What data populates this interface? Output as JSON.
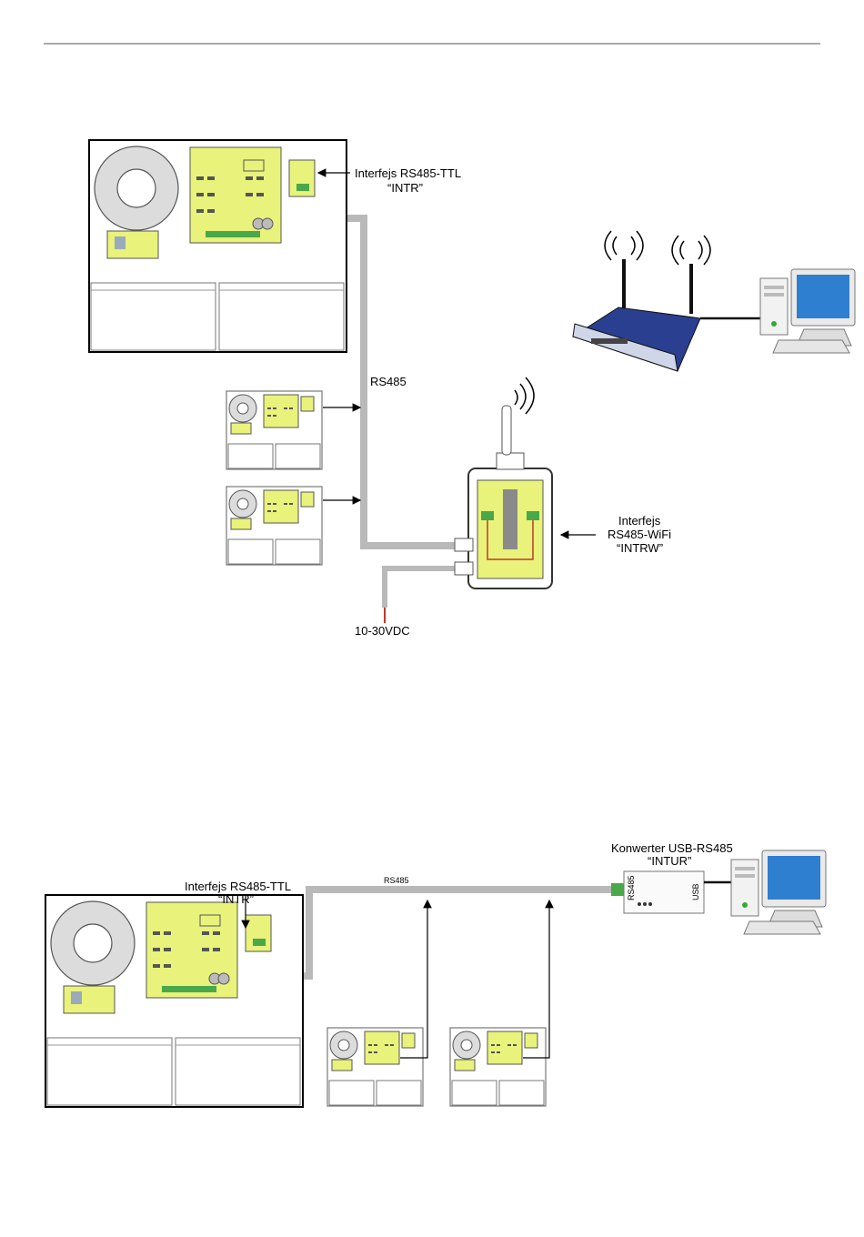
{
  "colors": {
    "cable": "#b9b9b9",
    "board": "#e9f27a",
    "terminal": "#48a84a",
    "router": "#2a3f8f",
    "monitor_screen": "#2f7fd0",
    "power_wire_red": "#c0392b"
  },
  "diagram1": {
    "label_intr_line1": "Interfejs RS485-TTL",
    "label_intr_line2": "“INTR”",
    "label_rs485": "RS485",
    "label_intrw_line1": "Interfejs",
    "label_intrw_line2": "RS485-WiFi",
    "label_intrw_line3": "“INTRW”",
    "label_power": "10-30VDC"
  },
  "diagram2": {
    "label_intr_line1": "Interfejs RS485-TTL",
    "label_intr_line2": "“INTR”",
    "label_rs485": "RS485",
    "label_intur_line1": "Konwerter USB-RS485",
    "label_intur_line2": "“INTUR”",
    "converter_port_left": "RS485",
    "converter_port_right": "USB"
  },
  "icons": [
    "router-icon",
    "computer-icon",
    "antenna-icon",
    "transformer-icon",
    "battery-icon",
    "pcb-board-icon"
  ]
}
